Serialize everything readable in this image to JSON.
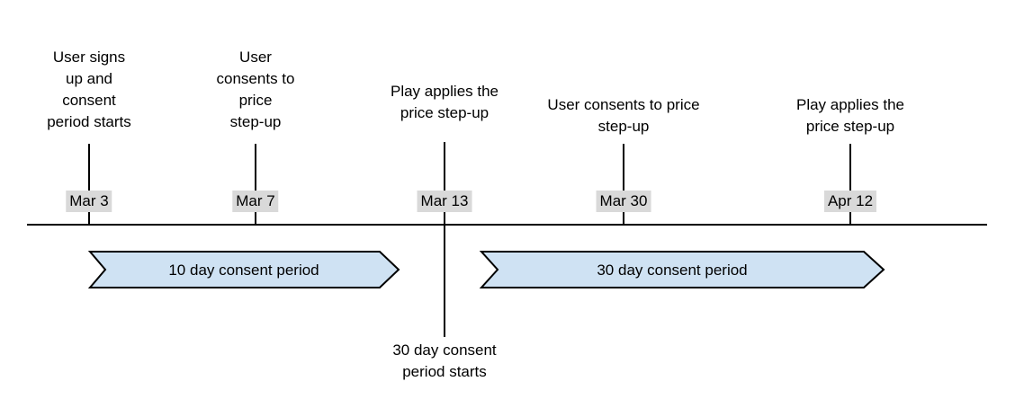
{
  "theme": {
    "background": "#ffffff",
    "text_color": "#000000",
    "line_color": "#000000",
    "date_badge_bg": "#d9d9d9",
    "banner_fill": "#cfe2f3",
    "banner_border": "#000000"
  },
  "timeline": {
    "events": [
      {
        "date": "Mar 3",
        "label": "User signs\nup and\nconsent\nperiod starts"
      },
      {
        "date": "Mar 7",
        "label": "User\nconsents to\nprice\nstep-up"
      },
      {
        "date": "Mar 13",
        "label": "Play applies the\nprice step-up",
        "note_below": "30 day consent\nperiod starts"
      },
      {
        "date": "Mar 30",
        "label": "User consents to price\nstep-up"
      },
      {
        "date": "Apr 12",
        "label": "Play applies the\nprice step-up"
      }
    ],
    "banners": [
      {
        "label": "10 day consent period"
      },
      {
        "label": "30 day consent period"
      }
    ]
  }
}
